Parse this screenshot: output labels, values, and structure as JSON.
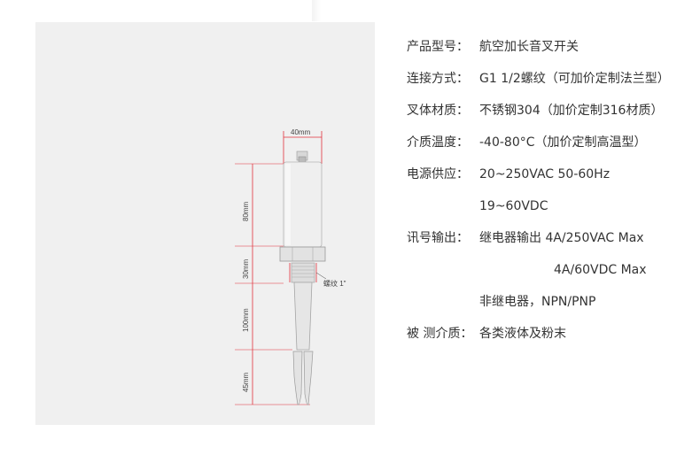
{
  "drawing": {
    "dim_width": "40mm",
    "dim_80": "80mm",
    "dim_30": "30mm",
    "dim_100": "100mm",
    "dim_45": "45mm",
    "thread_label": "螺纹 1\""
  },
  "specs": [
    {
      "label": "产品型号：",
      "value": "航空加长音叉开关"
    },
    {
      "label": "连接方式：",
      "value": "G1 1/2螺纹（可加价定制法兰型）"
    },
    {
      "label": "叉体材质：",
      "value": "不锈钢304（加价定制316材质）"
    },
    {
      "label": "介质温度：",
      "value": "-40-80°C（加价定制高温型）"
    },
    {
      "label": "电源供应：",
      "value": "20~250VAC  50-60Hz"
    },
    {
      "label": "",
      "value": "19~60VDC"
    },
    {
      "label": "讯号输出：",
      "value": "继电器输出 4A/250VAC Max"
    },
    {
      "label": "",
      "value": "4A/60VDC Max"
    },
    {
      "label": "",
      "value": "非继电器，NPN/PNP"
    },
    {
      "label": "被 测介质：",
      "value": "各类液体及粉末"
    }
  ],
  "colors": {
    "dimension": "#e0323c",
    "panel": "#f0f0f0",
    "text": "#333333"
  }
}
